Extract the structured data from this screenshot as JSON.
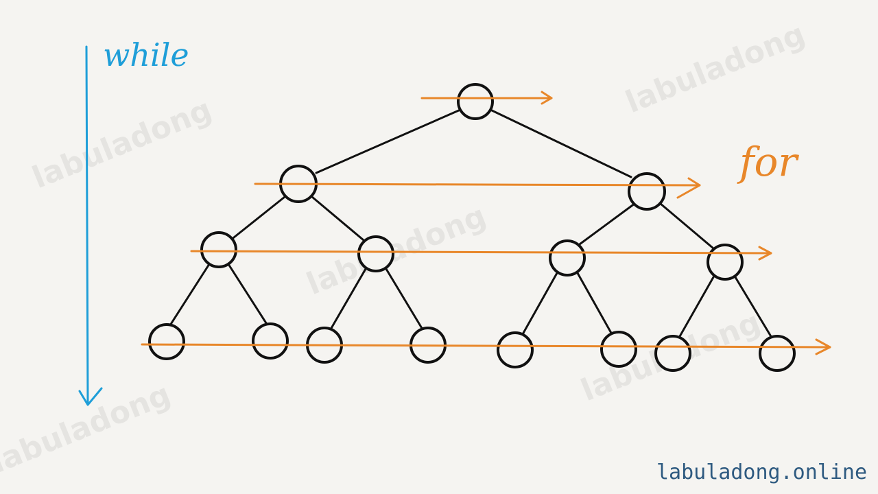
{
  "labels": {
    "while": "while",
    "for": "for",
    "watermark": "labuladong",
    "footer": "labuladong.online"
  },
  "colors": {
    "background": "#f5f4f1",
    "node_stroke": "#111111",
    "edge": "#111111",
    "while_arrow": "#1e9ed8",
    "for_arrow": "#e8872a",
    "footer_text": "#2e5a80"
  },
  "tree": {
    "levels": 4,
    "nodes_per_level": [
      1,
      2,
      4,
      8
    ]
  }
}
